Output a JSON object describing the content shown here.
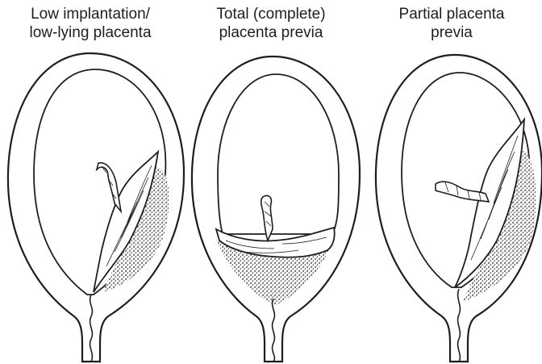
{
  "panels": [
    {
      "id": "low-implantation",
      "title_lines": [
        "Low implantation/",
        "low-lying placenta"
      ]
    },
    {
      "id": "total-previa",
      "title_lines": [
        "Total (complete)",
        "placenta previa"
      ]
    },
    {
      "id": "partial-previa",
      "title_lines": [
        "Partial placenta",
        "previa"
      ]
    }
  ],
  "colors": {
    "ink": "#1e1e1e",
    "wall_fill": "#ffffff",
    "cavity_fill": "#ffffff",
    "stipple": "#2a2a2a"
  }
}
